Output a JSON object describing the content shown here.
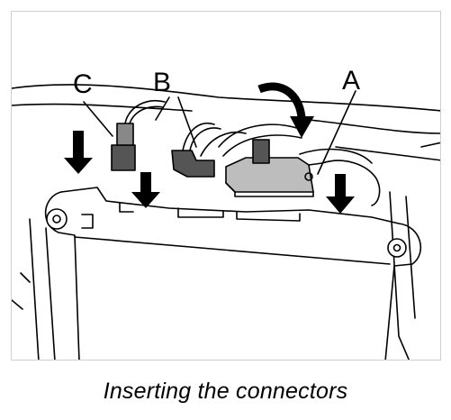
{
  "labels": {
    "a": "A",
    "b": "B",
    "c": "C"
  },
  "caption": "Inserting the connectors"
}
